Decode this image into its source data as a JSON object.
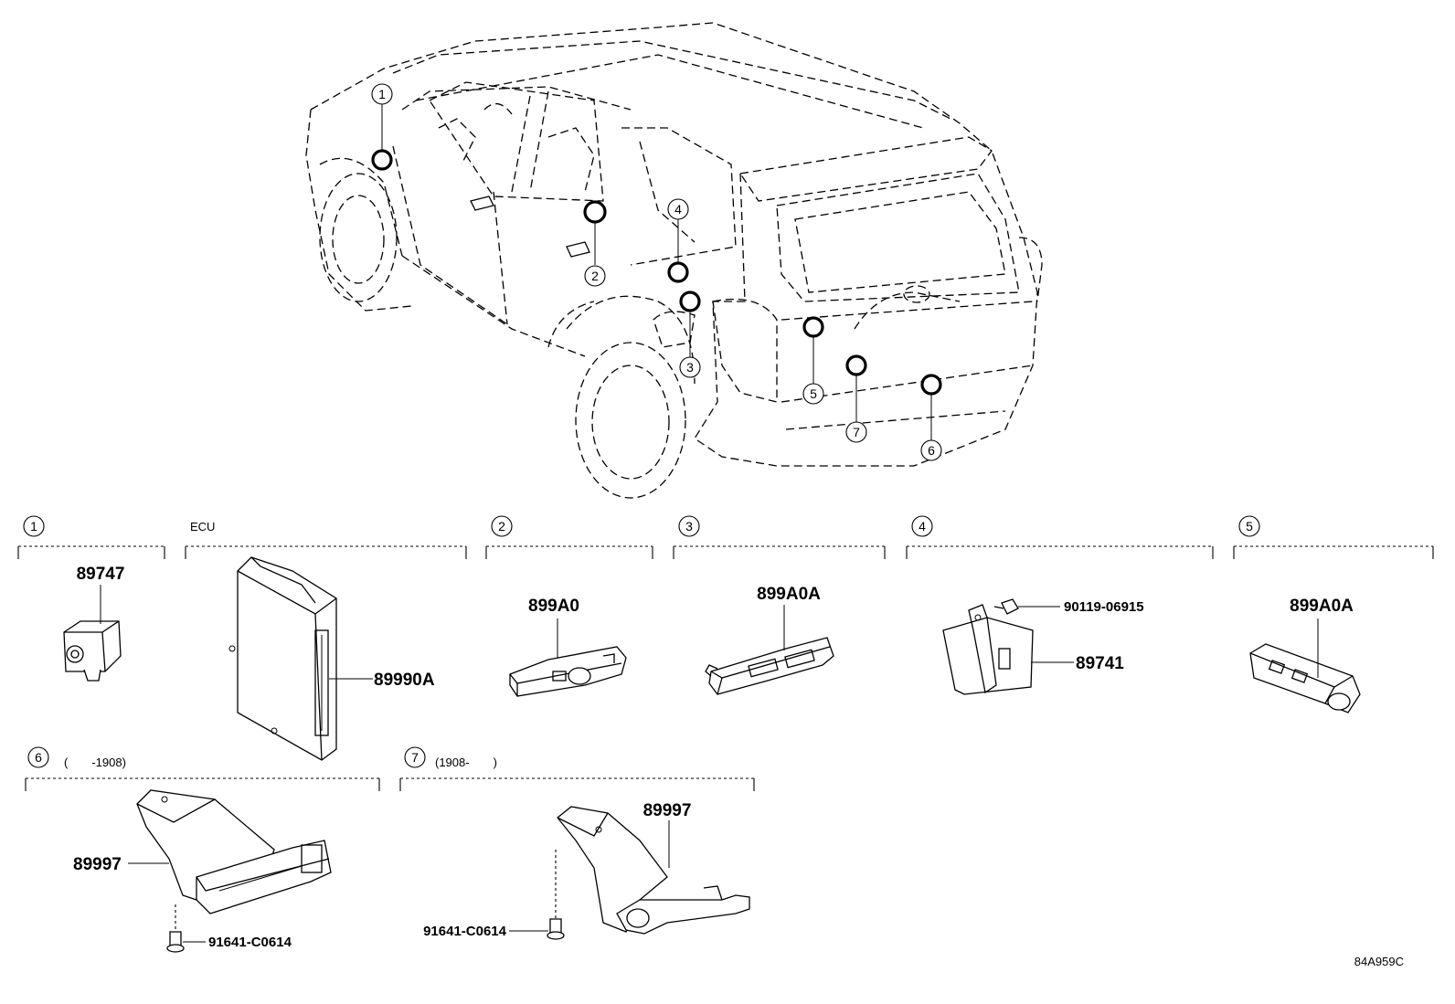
{
  "callouts": {
    "c1": "1",
    "c2": "2",
    "c3": "3",
    "c4": "4",
    "c5": "5",
    "c6": "6",
    "c7": "7"
  },
  "sections": {
    "s1": {
      "callout": "1",
      "parts": [
        "89747"
      ]
    },
    "ecu": {
      "label": "ECU",
      "parts": [
        "89990A"
      ]
    },
    "s2": {
      "callout": "2",
      "parts": [
        "899A0"
      ]
    },
    "s3": {
      "callout": "3",
      "parts": [
        "899A0A"
      ]
    },
    "s4": {
      "callout": "4",
      "parts": [
        "90119-06915",
        "89741"
      ]
    },
    "s5": {
      "callout": "5",
      "parts": [
        "899A0A"
      ]
    },
    "s6": {
      "callout": "6",
      "date_range": "(　　-1908)",
      "parts": [
        "89997",
        "91641-C0614"
      ]
    },
    "s7": {
      "callout": "7",
      "date_range": "(1908-　　)",
      "parts": [
        "89997",
        "91641-C0614"
      ]
    }
  },
  "diagram_code": "84A959C"
}
